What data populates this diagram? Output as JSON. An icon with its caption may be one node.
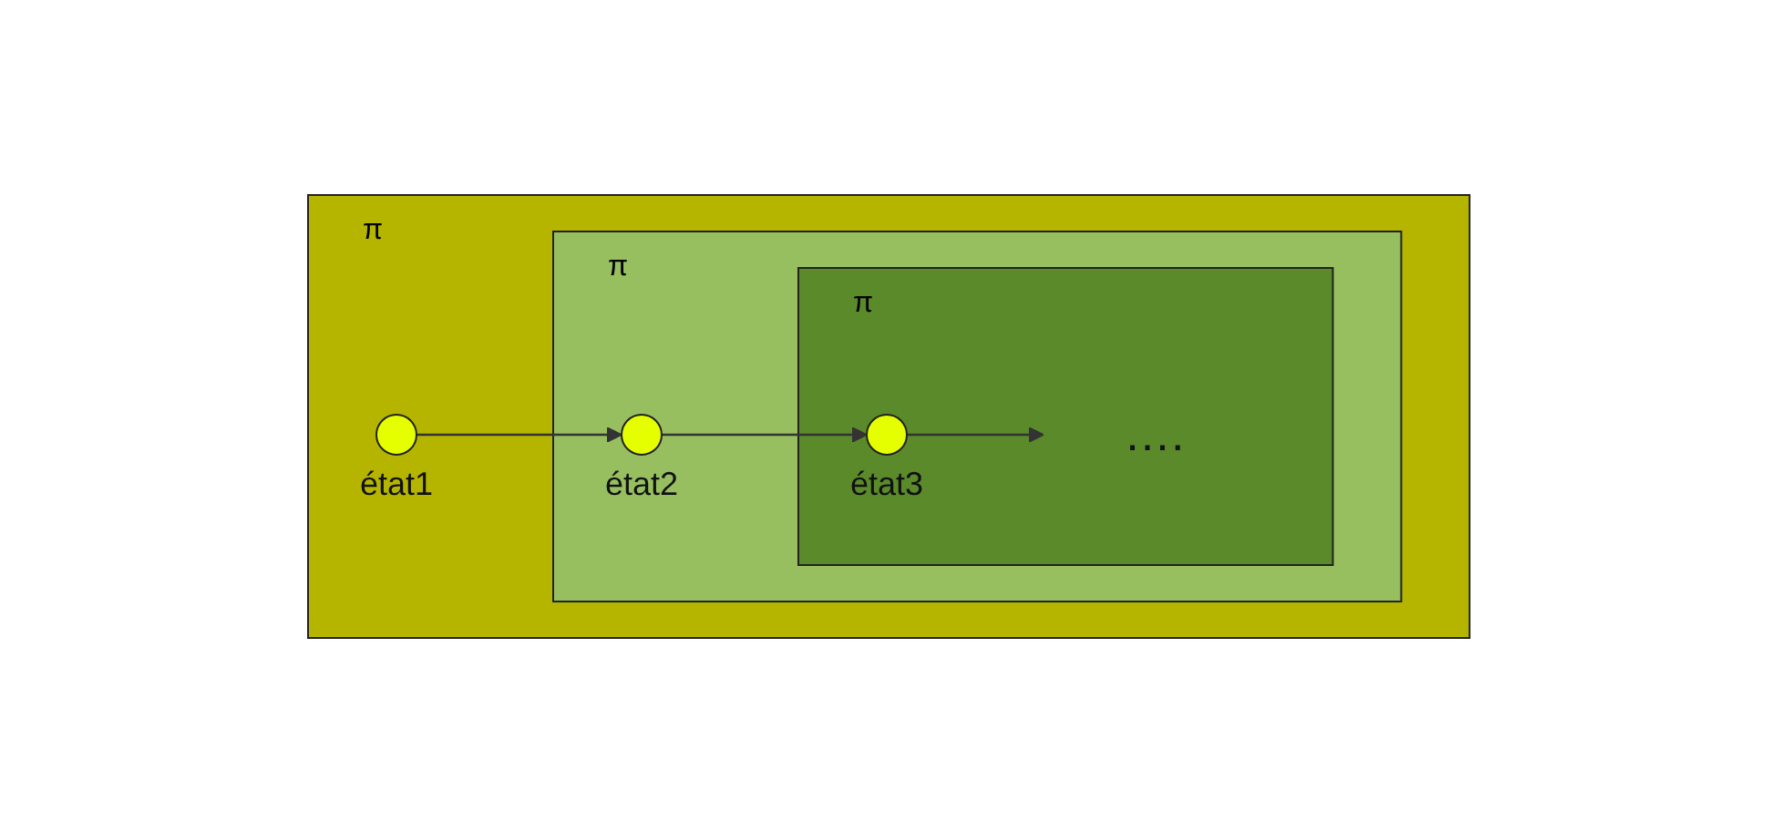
{
  "diagram": {
    "nodes": [
      {
        "text": [
          "π"
        ]
      },
      {
        "text": [],
        "shape": "circle",
        "beside": [
          "état1"
        ],
        "in": 0
      },
      {
        "text": [
          "π"
        ],
        "in": 0
      },
      {
        "text": [],
        "shape": "circle",
        "beside": [
          "état2"
        ],
        "in": 2
      },
      {
        "text": [
          "π"
        ],
        "in": 2
      },
      {
        "text": [],
        "shape": "circle",
        "beside": [
          "état3"
        ],
        "in": 4
      },
      {
        "text": [
          "…."
        ],
        "in": 4
      }
    ],
    "edges": [
      {
        "from": 1,
        "to": 3,
        "arrow": "to"
      },
      {
        "from": 3,
        "to": 5,
        "arrow": "to"
      },
      {
        "from": 5,
        "to": 6,
        "arrow": "to"
      }
    ]
  }
}
